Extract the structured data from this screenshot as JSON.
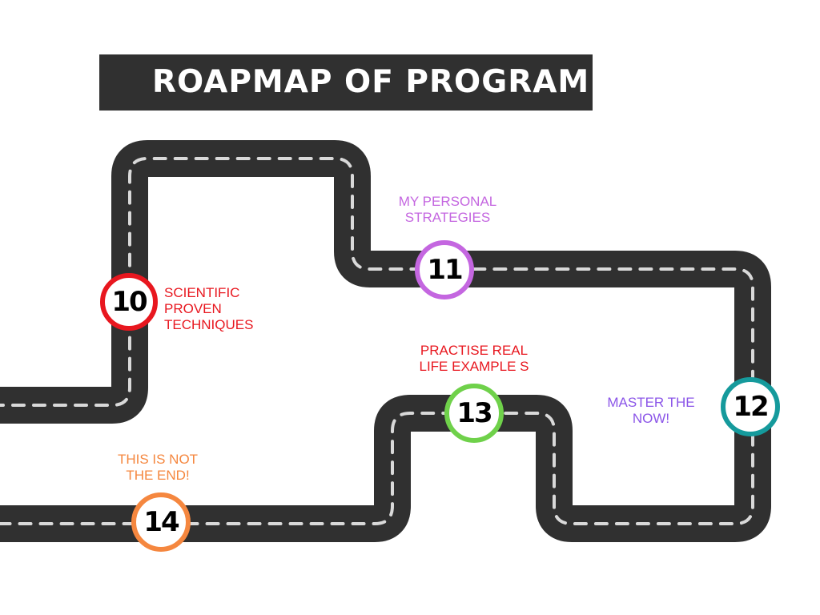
{
  "title": "ROAPMAP OF PROGRAM",
  "colors": {
    "road": "#303030",
    "road_dash": "#d9d9d9",
    "title_bg": "#303030",
    "title_text": "#ffffff"
  },
  "milestones": [
    {
      "number": "10",
      "label_lines": [
        "SCIENTIFIC",
        "PROVEN",
        "TECHNIQUES"
      ],
      "ring_color": "#e8171f",
      "label_color": "#e8171f"
    },
    {
      "number": "11",
      "label_lines": [
        "MY PERSONAL",
        "STRATEGIES"
      ],
      "ring_color": "#c466e0",
      "label_color": "#c466e0"
    },
    {
      "number": "12",
      "label_lines": [
        "MASTER THE",
        "NOW!"
      ],
      "ring_color": "#159a9c",
      "label_color": "#8b55e8"
    },
    {
      "number": "13",
      "label_lines": [
        "PRACTISE REAL",
        "LIFE EXAMPLE S"
      ],
      "ring_color": "#6fd14a",
      "label_color": "#e8171f"
    },
    {
      "number": "14",
      "label_lines": [
        "THIS IS NOT",
        "THE END!"
      ],
      "ring_color": "#f5873f",
      "label_color": "#f5873f"
    }
  ]
}
